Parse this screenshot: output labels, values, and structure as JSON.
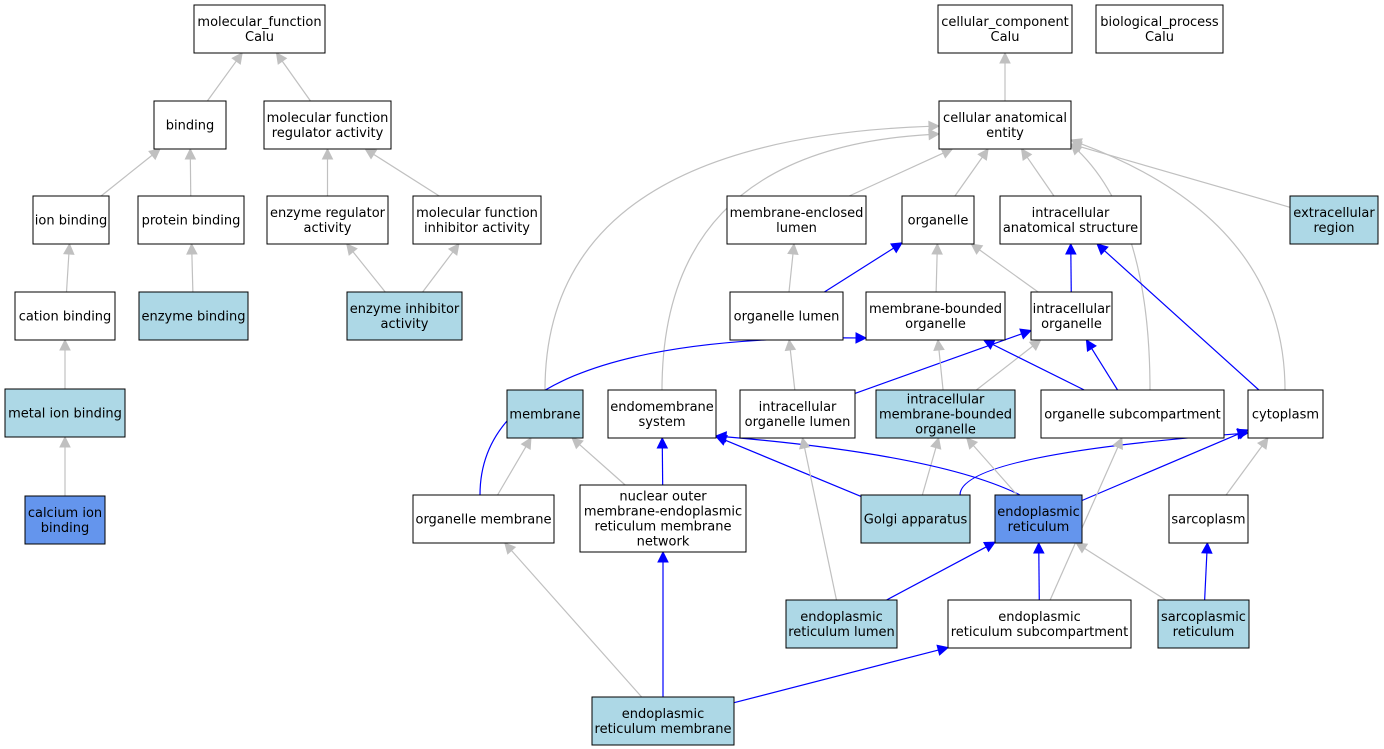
{
  "colors": {
    "plain": "#ffffff",
    "light": "#add8e6",
    "strong": "#6495ed",
    "edge_gray": "#c0c0c0",
    "edge_blue": "#0000ff"
  },
  "nodes": [
    {
      "id": "molecular_function",
      "lines": [
        "molecular_function",
        "Calu"
      ],
      "fill": "plain"
    },
    {
      "id": "binding",
      "lines": [
        "binding"
      ],
      "fill": "plain"
    },
    {
      "id": "mf_regulator",
      "lines": [
        "molecular function",
        "regulator activity"
      ],
      "fill": "plain"
    },
    {
      "id": "ion_binding",
      "lines": [
        "ion binding"
      ],
      "fill": "plain"
    },
    {
      "id": "protein_binding",
      "lines": [
        "protein binding"
      ],
      "fill": "plain"
    },
    {
      "id": "enzyme_regulator",
      "lines": [
        "enzyme regulator",
        "activity"
      ],
      "fill": "plain"
    },
    {
      "id": "mf_inhibitor",
      "lines": [
        "molecular function",
        "inhibitor activity"
      ],
      "fill": "plain"
    },
    {
      "id": "cation_binding",
      "lines": [
        "cation binding"
      ],
      "fill": "plain"
    },
    {
      "id": "enzyme_binding",
      "lines": [
        "enzyme binding"
      ],
      "fill": "light"
    },
    {
      "id": "enzyme_inhibitor",
      "lines": [
        "enzyme inhibitor",
        "activity"
      ],
      "fill": "light"
    },
    {
      "id": "metal_ion_binding",
      "lines": [
        "metal ion binding"
      ],
      "fill": "light"
    },
    {
      "id": "calcium_ion_binding",
      "lines": [
        "calcium ion",
        "binding"
      ],
      "fill": "strong"
    },
    {
      "id": "cellular_component",
      "lines": [
        "cellular_component",
        "Calu"
      ],
      "fill": "plain"
    },
    {
      "id": "biological_process",
      "lines": [
        "biological_process",
        "Calu"
      ],
      "fill": "plain"
    },
    {
      "id": "cae",
      "lines": [
        "cellular anatomical",
        "entity"
      ],
      "fill": "plain"
    },
    {
      "id": "mel",
      "lines": [
        "membrane-enclosed",
        "lumen"
      ],
      "fill": "plain"
    },
    {
      "id": "organelle",
      "lines": [
        "organelle"
      ],
      "fill": "plain"
    },
    {
      "id": "ias",
      "lines": [
        "intracellular",
        "anatomical structure"
      ],
      "fill": "plain"
    },
    {
      "id": "extracellular",
      "lines": [
        "extracellular",
        "region"
      ],
      "fill": "light"
    },
    {
      "id": "organelle_lumen",
      "lines": [
        "organelle lumen"
      ],
      "fill": "plain"
    },
    {
      "id": "mbo",
      "lines": [
        "membrane-bounded",
        "organelle"
      ],
      "fill": "plain"
    },
    {
      "id": "intra_org",
      "lines": [
        "intracellular",
        "organelle"
      ],
      "fill": "plain"
    },
    {
      "id": "membrane",
      "lines": [
        "membrane"
      ],
      "fill": "light"
    },
    {
      "id": "endomembrane",
      "lines": [
        "endomembrane",
        "system"
      ],
      "fill": "plain"
    },
    {
      "id": "iol",
      "lines": [
        "intracellular",
        "organelle lumen"
      ],
      "fill": "plain"
    },
    {
      "id": "imbo",
      "lines": [
        "intracellular",
        "membrane-bounded",
        "organelle"
      ],
      "fill": "light"
    },
    {
      "id": "org_sub",
      "lines": [
        "organelle subcompartment"
      ],
      "fill": "plain"
    },
    {
      "id": "cytoplasm",
      "lines": [
        "cytoplasm"
      ],
      "fill": "plain"
    },
    {
      "id": "org_membrane",
      "lines": [
        "organelle membrane"
      ],
      "fill": "plain"
    },
    {
      "id": "nuclear_outer",
      "lines": [
        "nuclear outer",
        "membrane-endoplasmic",
        "reticulum membrane",
        "network"
      ],
      "fill": "plain"
    },
    {
      "id": "golgi",
      "lines": [
        "Golgi apparatus"
      ],
      "fill": "light"
    },
    {
      "id": "er",
      "lines": [
        "endoplasmic",
        "reticulum"
      ],
      "fill": "strong"
    },
    {
      "id": "sarcoplasm",
      "lines": [
        "sarcoplasm"
      ],
      "fill": "plain"
    },
    {
      "id": "er_lumen",
      "lines": [
        "endoplasmic",
        "reticulum lumen"
      ],
      "fill": "light"
    },
    {
      "id": "er_sub",
      "lines": [
        "endoplasmic",
        "reticulum subcompartment"
      ],
      "fill": "plain"
    },
    {
      "id": "sr",
      "lines": [
        "sarcoplasmic",
        "reticulum"
      ],
      "fill": "light"
    },
    {
      "id": "er_membrane",
      "lines": [
        "endoplasmic",
        "reticulum membrane"
      ],
      "fill": "light"
    }
  ],
  "edges": [
    {
      "from": "binding",
      "to": "molecular_function",
      "color": "edge_gray"
    },
    {
      "from": "mf_regulator",
      "to": "molecular_function",
      "color": "edge_gray"
    },
    {
      "from": "ion_binding",
      "to": "binding",
      "color": "edge_gray"
    },
    {
      "from": "protein_binding",
      "to": "binding",
      "color": "edge_gray"
    },
    {
      "from": "enzyme_regulator",
      "to": "mf_regulator",
      "color": "edge_gray"
    },
    {
      "from": "mf_inhibitor",
      "to": "mf_regulator",
      "color": "edge_gray"
    },
    {
      "from": "cation_binding",
      "to": "ion_binding",
      "color": "edge_gray"
    },
    {
      "from": "enzyme_binding",
      "to": "protein_binding",
      "color": "edge_gray"
    },
    {
      "from": "enzyme_inhibitor",
      "to": "enzyme_regulator",
      "color": "edge_gray"
    },
    {
      "from": "enzyme_inhibitor",
      "to": "mf_inhibitor",
      "color": "edge_gray"
    },
    {
      "from": "metal_ion_binding",
      "to": "cation_binding",
      "color": "edge_gray"
    },
    {
      "from": "calcium_ion_binding",
      "to": "metal_ion_binding",
      "color": "edge_gray"
    },
    {
      "from": "cae",
      "to": "cellular_component",
      "color": "edge_gray"
    },
    {
      "from": "mel",
      "to": "cae",
      "color": "edge_gray"
    },
    {
      "from": "organelle",
      "to": "cae",
      "color": "edge_gray"
    },
    {
      "from": "ias",
      "to": "cae",
      "color": "edge_gray"
    },
    {
      "from": "extracellular",
      "to": "cae",
      "color": "edge_gray"
    },
    {
      "from": "membrane",
      "to": "cae",
      "color": "edge_gray"
    },
    {
      "from": "endomembrane",
      "to": "cae",
      "color": "edge_gray"
    },
    {
      "from": "org_sub",
      "to": "cae",
      "color": "edge_gray"
    },
    {
      "from": "cytoplasm",
      "to": "cae",
      "color": "edge_gray"
    },
    {
      "from": "organelle_lumen",
      "to": "mel",
      "color": "edge_gray"
    },
    {
      "from": "organelle_lumen",
      "to": "organelle",
      "color": "edge_blue"
    },
    {
      "from": "mbo",
      "to": "organelle",
      "color": "edge_gray"
    },
    {
      "from": "intra_org",
      "to": "organelle",
      "color": "edge_gray"
    },
    {
      "from": "intra_org",
      "to": "ias",
      "color": "edge_blue"
    },
    {
      "from": "cytoplasm",
      "to": "ias",
      "color": "edge_blue"
    },
    {
      "from": "iol",
      "to": "organelle_lumen",
      "color": "edge_gray"
    },
    {
      "from": "iol",
      "to": "intra_org",
      "color": "edge_blue"
    },
    {
      "from": "imbo",
      "to": "mbo",
      "color": "edge_gray"
    },
    {
      "from": "imbo",
      "to": "intra_org",
      "color": "edge_gray"
    },
    {
      "from": "org_sub",
      "to": "mbo",
      "color": "edge_blue"
    },
    {
      "from": "org_sub",
      "to": "intra_org",
      "color": "edge_blue"
    },
    {
      "from": "org_membrane",
      "to": "mbo",
      "color": "edge_blue"
    },
    {
      "from": "org_membrane",
      "to": "membrane",
      "color": "edge_gray"
    },
    {
      "from": "nuclear_outer",
      "to": "membrane",
      "color": "edge_gray"
    },
    {
      "from": "nuclear_outer",
      "to": "endomembrane",
      "color": "edge_blue"
    },
    {
      "from": "golgi",
      "to": "endomembrane",
      "color": "edge_blue"
    },
    {
      "from": "golgi",
      "to": "imbo",
      "color": "edge_gray"
    },
    {
      "from": "golgi",
      "to": "cytoplasm",
      "color": "edge_blue"
    },
    {
      "from": "er",
      "to": "endomembrane",
      "color": "edge_blue"
    },
    {
      "from": "er",
      "to": "imbo",
      "color": "edge_gray"
    },
    {
      "from": "er",
      "to": "cytoplasm",
      "color": "edge_blue"
    },
    {
      "from": "sarcoplasm",
      "to": "cytoplasm",
      "color": "edge_gray"
    },
    {
      "from": "er_lumen",
      "to": "er",
      "color": "edge_blue"
    },
    {
      "from": "er_lumen",
      "to": "iol",
      "color": "edge_gray"
    },
    {
      "from": "er_sub",
      "to": "er",
      "color": "edge_blue"
    },
    {
      "from": "er_sub",
      "to": "org_sub",
      "color": "edge_gray"
    },
    {
      "from": "sr",
      "to": "sarcoplasm",
      "color": "edge_blue"
    },
    {
      "from": "sr",
      "to": "er",
      "color": "edge_gray"
    },
    {
      "from": "er_membrane",
      "to": "org_membrane",
      "color": "edge_gray"
    },
    {
      "from": "er_membrane",
      "to": "nuclear_outer",
      "color": "edge_blue"
    },
    {
      "from": "er_membrane",
      "to": "er_sub",
      "color": "edge_blue"
    }
  ]
}
